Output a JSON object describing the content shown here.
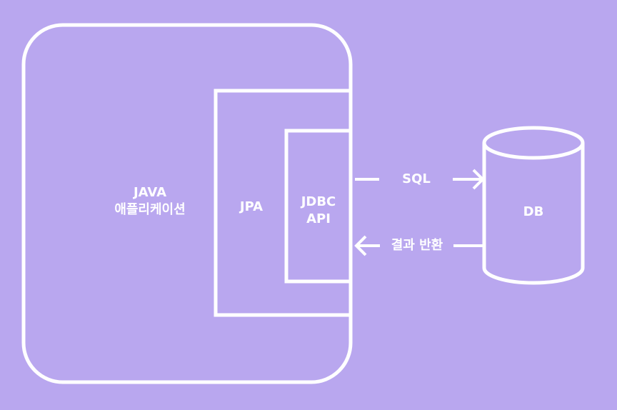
{
  "colors": {
    "background": "#b9a7ef",
    "stroke": "#ffffff",
    "text": "#ffffff"
  },
  "nodes": {
    "java_app": {
      "line1": "JAVA",
      "line2": "애플리케이션"
    },
    "jpa": {
      "label": "JPA"
    },
    "jdbc": {
      "line1": "JDBC",
      "line2": "API"
    },
    "db": {
      "label": "DB",
      "shape": "cylinder"
    }
  },
  "edges": {
    "sql": {
      "label": "SQL",
      "from": "JDBC API",
      "to": "DB"
    },
    "result": {
      "label": "결과 반환",
      "from": "DB",
      "to": "JDBC API"
    }
  }
}
